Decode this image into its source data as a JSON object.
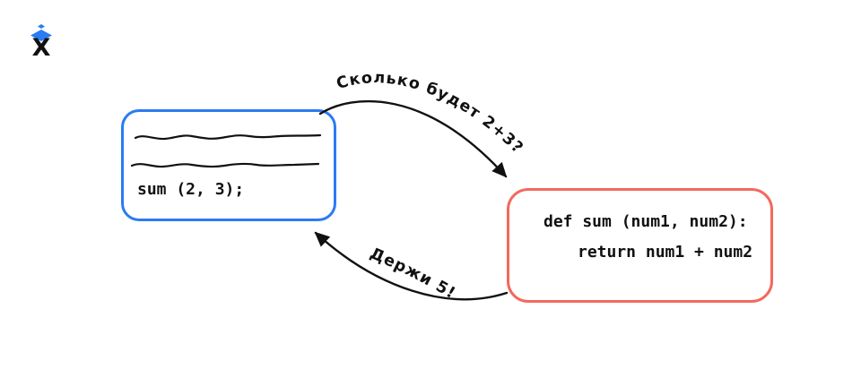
{
  "canvas": {
    "background": "#ffffff",
    "ink_color": "#111111"
  },
  "logo": {
    "letter": "X",
    "cap_color": "#2b7bf3"
  },
  "caller_box": {
    "border_color": "#2b7bf3",
    "code": "sum (2, 3);",
    "placeholder_line_count": 2
  },
  "function_box": {
    "border_color": "#f2695e",
    "def_line": "def sum (num1, num2):",
    "return_line": "return num1 + num2"
  },
  "arrows": {
    "request": {
      "label": "Сколько будет 2+3?",
      "from": "caller_box",
      "to": "function_box"
    },
    "response": {
      "label": "Держи 5!",
      "from": "function_box",
      "to": "caller_box"
    }
  }
}
